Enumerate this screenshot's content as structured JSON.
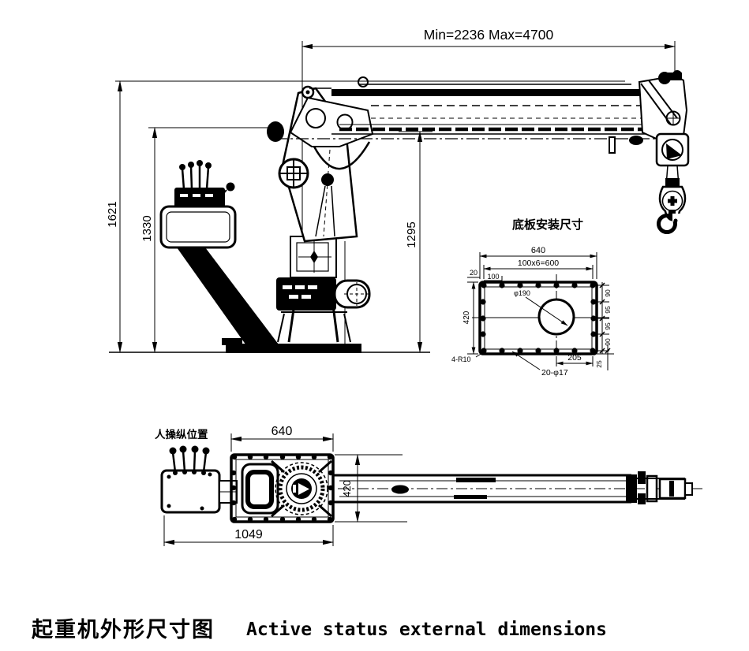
{
  "drawing": {
    "title_cn": "起重机外形尺寸图",
    "title_en": "Active status external dimensions"
  },
  "side_view": {
    "boom_extension": "Min=2236 Max=4700",
    "overall_height": "1621",
    "column_top_height": "1330",
    "boom_underside_height": "1295"
  },
  "base_plate": {
    "title": "底板安装尺寸",
    "width": "640",
    "bolt_spacing": "100x6=600",
    "edge_offset": "20",
    "first_pitch": "100",
    "depth": "420",
    "row_pitches": [
      "90",
      "95",
      "95",
      "90"
    ],
    "row_edge": "25",
    "center_offset": "205",
    "bolt_holes": "20-φ17",
    "corner_radius": "4-R10",
    "center_hole": "φ190"
  },
  "plan_view": {
    "operator_position": "人操纵位置",
    "base_width": "640",
    "overall_width": "1049",
    "base_depth": "420"
  }
}
